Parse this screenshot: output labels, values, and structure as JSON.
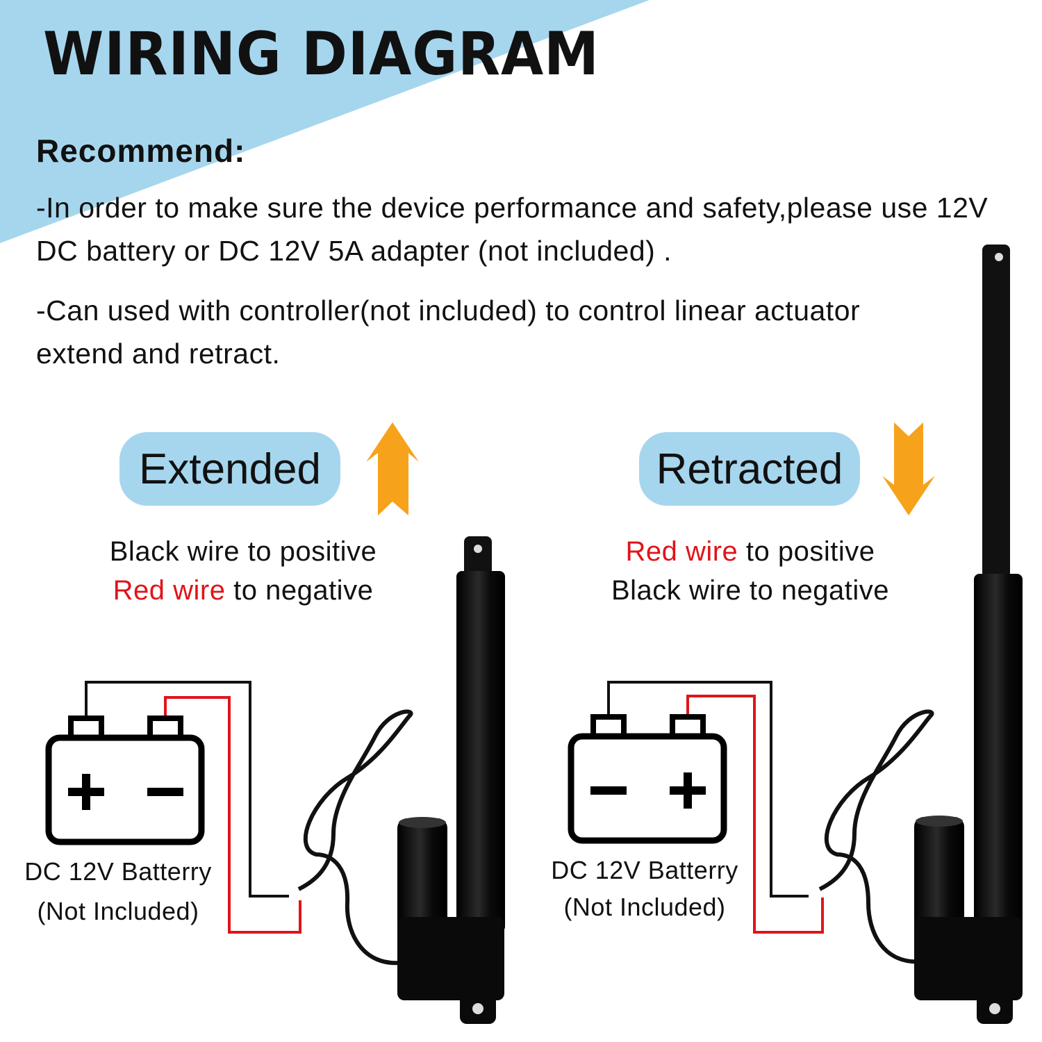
{
  "title": "WIRING DIAGRAM",
  "recommend_heading": "Recommend:",
  "notes": [
    "-In order to make sure the device performance and safety,please use 12V DC battery or DC 12V 5A adapter (not included) .",
    "-Can used with controller(not included) to control linear actuator extend and retract."
  ],
  "extended": {
    "label": "Extended",
    "line1": "Black wire to positive",
    "line2_red": "Red wire",
    "line2_rest": " to negative",
    "battery_left_symbol": "+",
    "battery_right_symbol": "−",
    "battery_line1": "DC 12V Batterry",
    "battery_line2": "(Not Included)"
  },
  "retracted": {
    "label": "Retracted",
    "line1_red": "Red wire",
    "line1_rest": " to positive",
    "line2": "Black wire to negative",
    "battery_left_symbol": "−",
    "battery_right_symbol": "+",
    "battery_line1": "DC 12V Batterry",
    "battery_line2": "(Not Included)"
  },
  "colors": {
    "banner": "#a6d6ee",
    "arrow": "#f7a21b",
    "red_wire": "#e0141b",
    "black_wire": "#111111"
  }
}
